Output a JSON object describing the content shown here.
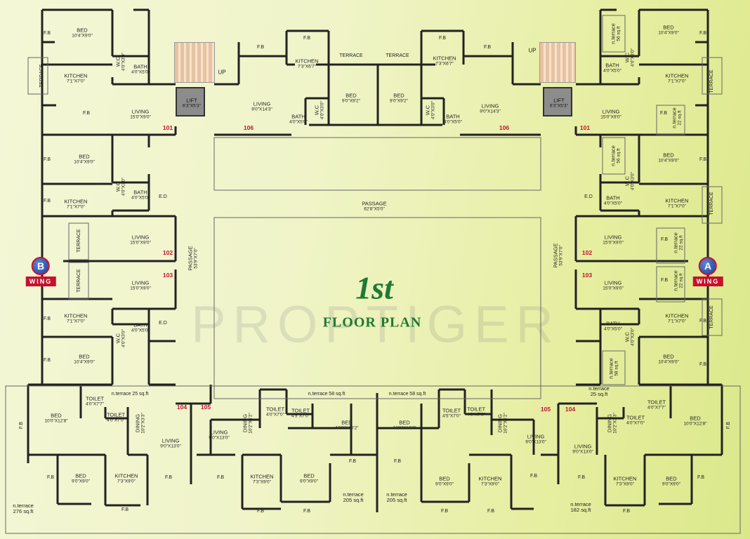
{
  "title": {
    "line1": "1st",
    "line2": "FLOOR PLAN"
  },
  "watermark": "PROPTIGER",
  "wings": {
    "left": {
      "letter": "B",
      "label": "WING"
    },
    "right": {
      "letter": "A",
      "label": "WING"
    }
  },
  "units": {
    "u101": "101",
    "u102": "102",
    "u103": "103",
    "u104": "104",
    "u105": "105",
    "u106": "106"
  },
  "rooms": {
    "bed": "BED",
    "kitchen": "KITCHEN",
    "living": "LIVING",
    "dining": "DINING",
    "bath": "BATH",
    "wc": "W.C",
    "toilet": "TOILET",
    "terrace": "TERRACE",
    "fb": "F.B",
    "ed": "E.D",
    "lift": "LIFT",
    "up": "UP",
    "passage": "PASSAGE",
    "nterrace": "n.terrace"
  },
  "dims": {
    "bed_10x9": "10'4\"X9'0\"",
    "kit_7x7": "7'1\"X7'0\"",
    "liv_15x9": "15'0\"X9'0\"",
    "wc_4x3": "4'0\"X3'0\"",
    "bath_4x5": "4'0\"X5'0\"",
    "lift": "6'3\"X5'3\"",
    "kit_7x6": "7'3\"X6'7\"",
    "liv_9x14": "9'0\"X14'3\"",
    "bed_9x9_2": "9'0\"X9'2\"",
    "passage_h": "62'8\"X5'0\"",
    "passage_v": "53'9\"X7'0\"",
    "bed_10x12": "10'0\"X12'8\"",
    "toilet_4x7_7": "4'0\"X7'7\"",
    "toilet_4x7": "4'0\"X7'0\"",
    "toilet_4_5x7": "4'5\"X7'0\"",
    "dining_10x3": "10'2\"X3'3\"",
    "dining_10x4": "10'2\"X4'2\"",
    "liv_9x13": "9'0\"X13'0\"",
    "bed_12x10": "12'0\"X10'2\"",
    "bed_9x9": "9'0\"X9'0\"",
    "kit_7x9": "7'3\"X9'0\""
  },
  "areas": {
    "nt25": "n.terrace 25 sq.ft",
    "nt58": "n.terrace  58 sq.ft",
    "nt58b": "n.terrace 58 sq.ft",
    "nt276a": "n.terrace",
    "nt276b": "276 sq.ft",
    "sq205": "205 sq.ft",
    "sq182": "182 sq.ft",
    "sq56": "56 sq.ft",
    "sq22": "22 sq.ft",
    "sq58": "58 sq.ft",
    "nt25r": "25 sq.ft"
  }
}
